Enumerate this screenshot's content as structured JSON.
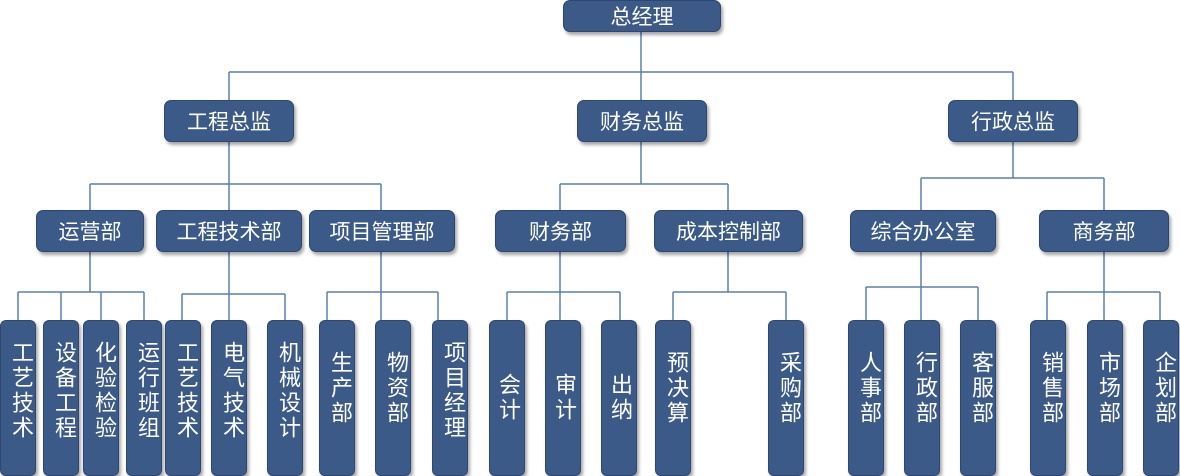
{
  "ceo": "总经理",
  "directors": {
    "engineering": "工程总监",
    "finance": "财务总监",
    "admin": "行政总监"
  },
  "departments": {
    "operations": "运营部",
    "engineering_tech": "工程技术部",
    "project_mgmt": "项目管理部",
    "finance": "财务部",
    "cost_control": "成本控制部",
    "general_office": "综合办公室",
    "business": "商务部"
  },
  "units": {
    "u1": "工艺技术",
    "u2": "设备工程",
    "u3": "化验检验",
    "u4": "运行班组",
    "u5": "工艺技术",
    "u6": "电气技术",
    "u7": "机械设计",
    "u8": "生产部",
    "u9": "物资部",
    "u10": "项目经理",
    "u11": "会计",
    "u12": "审计",
    "u13": "出纳",
    "u14": "预决算",
    "u15": "采购部",
    "u16": "人事部",
    "u17": "行政部",
    "u18": "客服部",
    "u19": "销售部",
    "u20": "市场部",
    "u21": "企划部"
  },
  "colors": {
    "box": "#3c5a87",
    "line": "#5b7fb0",
    "text": "#ffffff"
  }
}
